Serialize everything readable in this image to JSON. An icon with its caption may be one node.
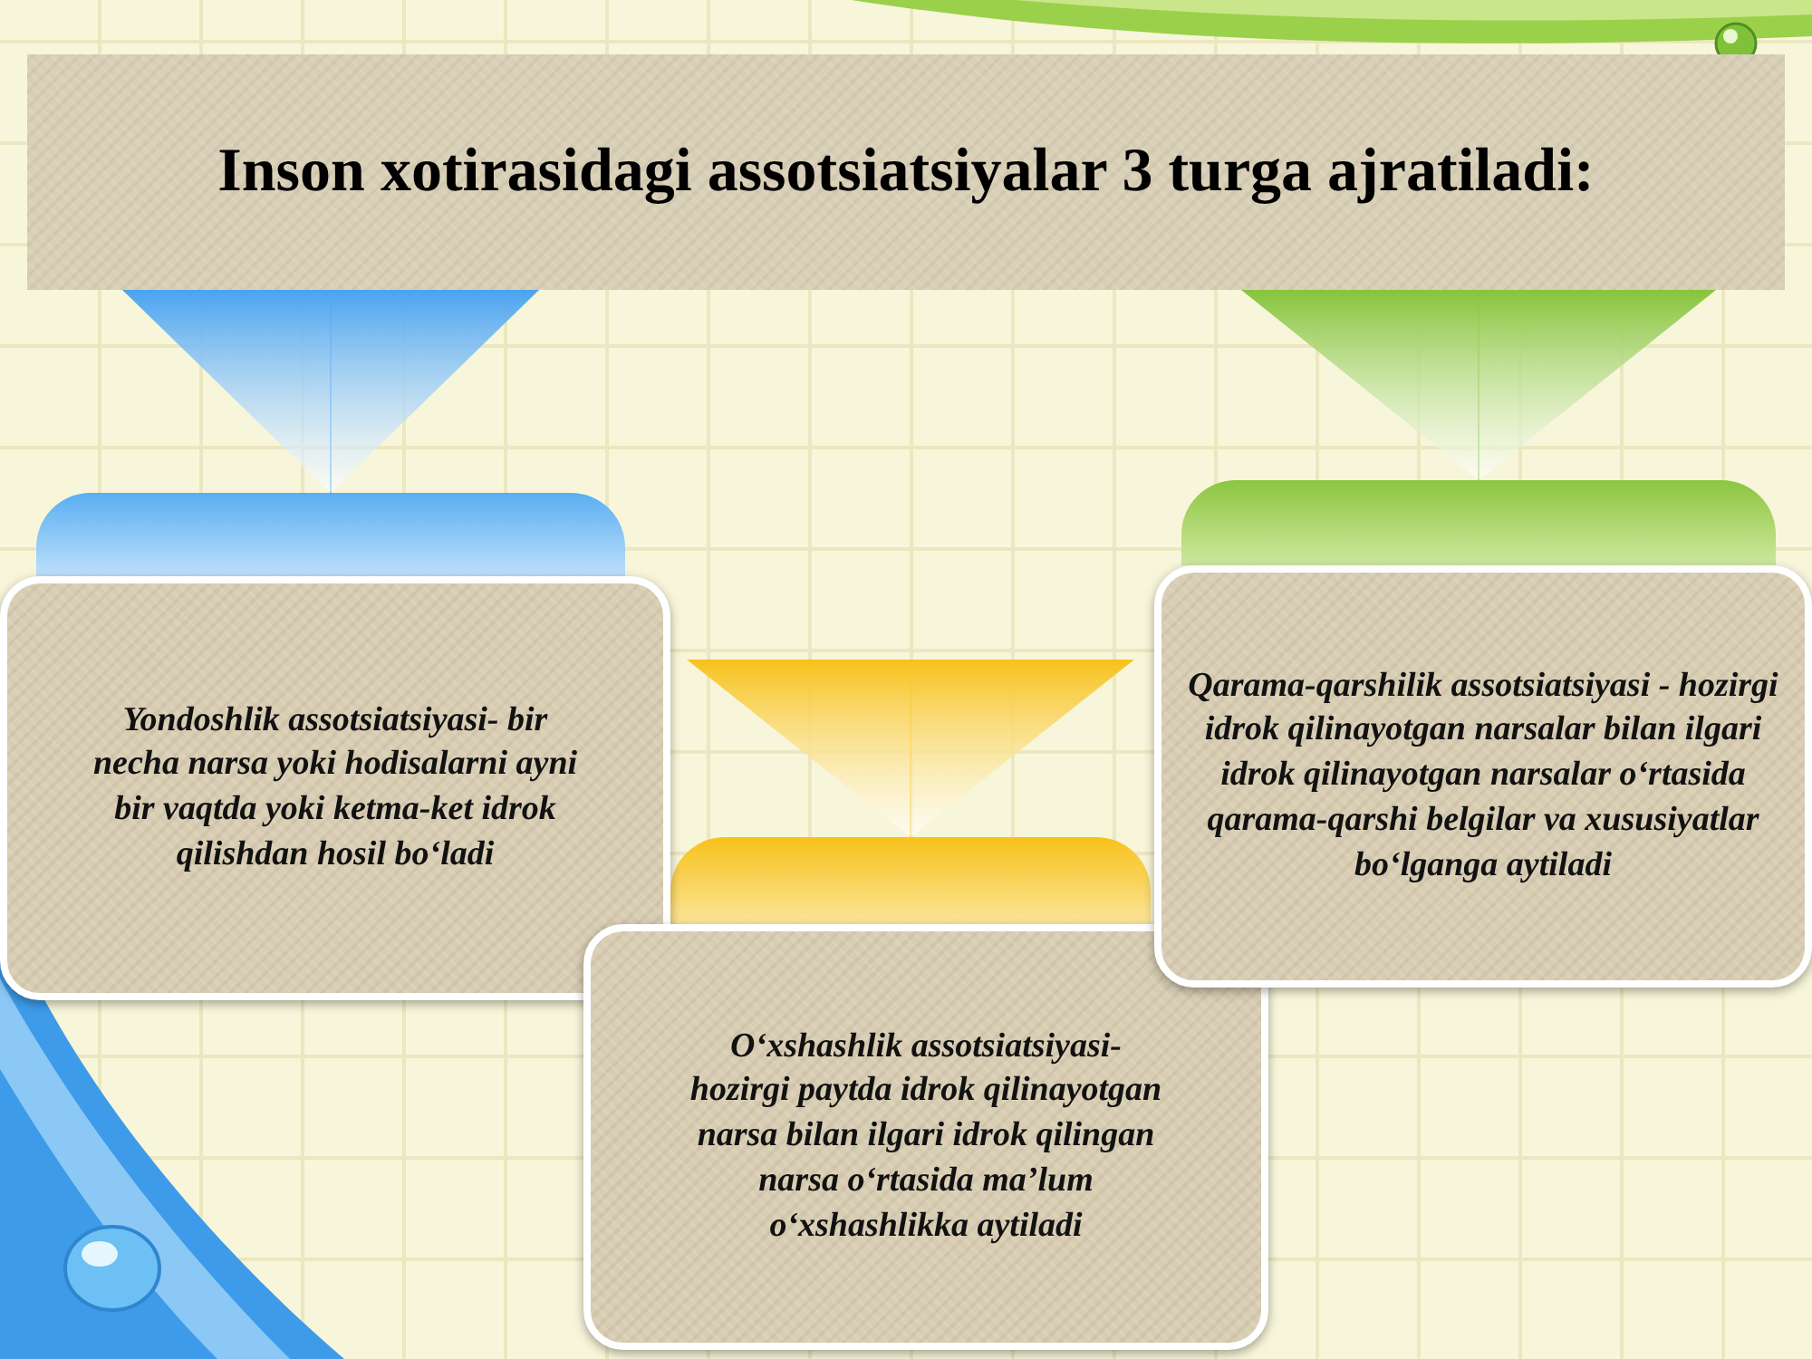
{
  "diagram": {
    "nodes": [
      {
        "text": [
          "Inson xotirasidagi assotsiatsiyalar 3 turga ajratiladi:"
        ]
      },
      {
        "text": [],
        "shape": "box"
      },
      {
        "text": [
          "Yondoshlik assotsiatsiyasi- bir necha narsa yoki hodisalarni ayni bir vaqtda yoki ketma-ket idrok qilishdan hosil bo‘ladi"
        ]
      },
      {
        "text": [],
        "shape": "box"
      },
      {
        "text": [
          "O‘xshashlik assotsiatsiyasi- hozirgi paytda idrok qilinayotgan narsa bilan ilgari idrok qilingan narsa o‘rtasida ma’lum o‘xshashlikka aytiladi"
        ]
      },
      {
        "text": [],
        "shape": "box"
      },
      {
        "text": [
          "Qarama-qarshilik assotsiatsiyasi - hozirgi idrok qilinayotgan narsalar bilan ilgari idrok qilinayotgan narsalar o‘rtasida qarama-qarshi belgilar va xususiyatlar bo‘lganga aytiladi"
        ]
      }
    ],
    "edges": [
      {
        "from": 0,
        "to": 1,
        "arrow": "to",
        "color": "#4aa3f0"
      },
      {
        "from": null,
        "to": 3,
        "arrow": "to",
        "color": "#f7c21a"
      },
      {
        "from": 0,
        "to": 5,
        "arrow": "to",
        "color": "#86c43a"
      }
    ]
  }
}
